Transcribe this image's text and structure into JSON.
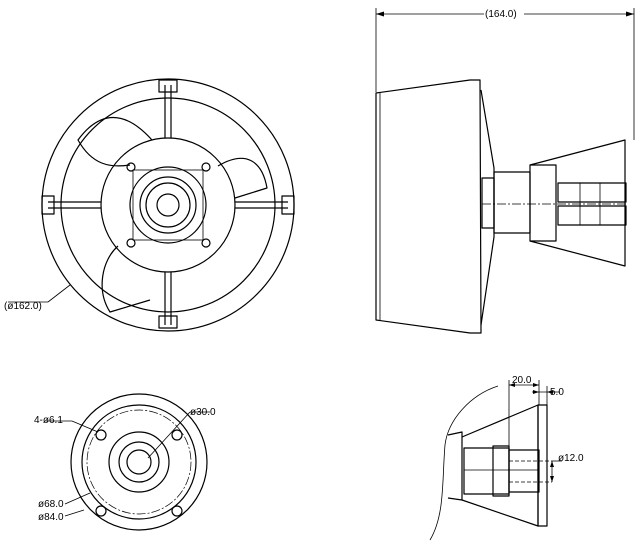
{
  "dimensions": {
    "overall_length": "(164.0)",
    "outer_diameter": "(ø162.0)",
    "bolt_holes": "4-ø6.1",
    "bolt_circle": "ø68.0",
    "flange_diameter": "ø84.0",
    "center_bore": "ø30.0",
    "hub_length": "20.0",
    "hub_step": "5.0",
    "shaft_diameter": "ø12.0"
  }
}
